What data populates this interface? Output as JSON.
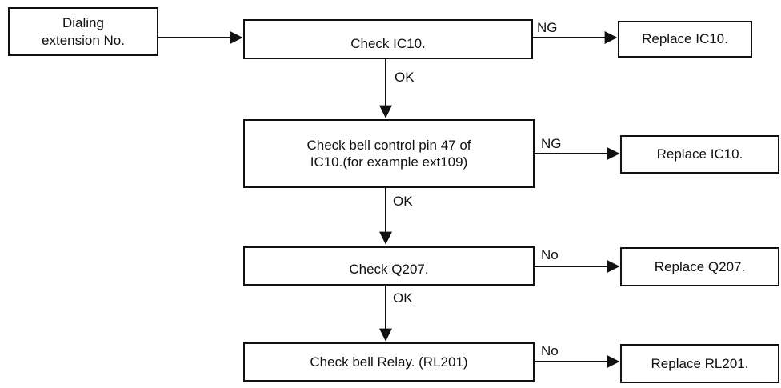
{
  "flowchart": {
    "start": {
      "line1": "Dialing",
      "line2": "extension No."
    },
    "steps": [
      {
        "check": "Check IC10.",
        "fail_label": "NG",
        "action": "Replace IC10.",
        "pass_label": "OK"
      },
      {
        "check_line1": "Check bell control pin 47 of",
        "check_line2": "IC10.(for example ext109)",
        "fail_label": "NG",
        "action": "Replace IC10.",
        "pass_label": "OK"
      },
      {
        "check": "Check Q207.",
        "fail_label": "No",
        "action": "Replace Q207.",
        "pass_label": "OK"
      },
      {
        "check": "Check bell Relay. (RL201)",
        "fail_label": "No",
        "action": "Replace RL201."
      }
    ]
  }
}
